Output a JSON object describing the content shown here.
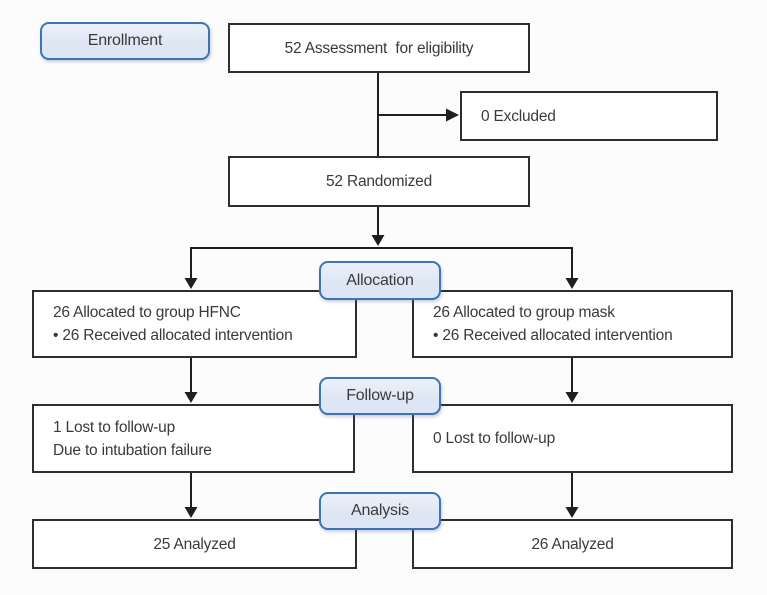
{
  "flowchart": {
    "stages": {
      "enrollment": {
        "label": "Enrollment"
      },
      "allocation": {
        "label": "Allocation"
      },
      "followup": {
        "label": "Follow-up"
      },
      "analysis": {
        "label": "Analysis"
      }
    },
    "nodes": {
      "assessment": {
        "text": "52 Assessment  for eligibility"
      },
      "excluded": {
        "text": "0 Excluded"
      },
      "randomized": {
        "text": "52 Randomized"
      },
      "alloc_hfnc": {
        "line1": "26 Allocated to group HFNC",
        "line2": "• 26 Received allocated intervention"
      },
      "alloc_mask": {
        "line1": "26 Allocated to group mask",
        "line2": "• 26 Received allocated intervention"
      },
      "lost_hfnc": {
        "line1": "1 Lost to follow-up",
        "line2": "Due to intubation failure"
      },
      "lost_mask": {
        "line1": "0 Lost to follow-up"
      },
      "analyzed_hfnc": {
        "text": "25 Analyzed"
      },
      "analyzed_mask": {
        "text": "26 Analyzed"
      }
    },
    "colors": {
      "background": "#fcfcfc",
      "box_border": "#2e2e2e",
      "text": "#3a3a3a",
      "line": "#1f1f1f",
      "stage_fill": "#dde6f4",
      "stage_border": "#3e74b5"
    }
  }
}
